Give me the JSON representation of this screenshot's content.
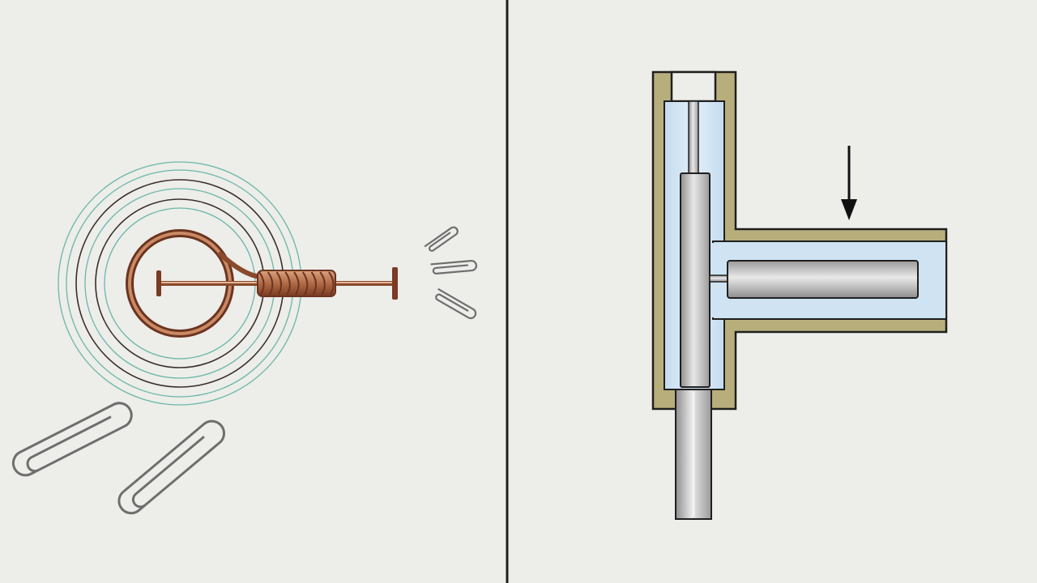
{
  "colors": {
    "background": "#ededea",
    "ink": "#1f1f1f",
    "copper": "#b06a45",
    "copper_dark": "#6b3420",
    "field_teal": "#6ab7a8",
    "field_dark": "#3a2e2a",
    "housing": "#b8ae7c",
    "fluid": "#cfe3f2",
    "steel_light": "#e6e6e6",
    "steel_mid": "#b9b9b9",
    "steel_dark": "#8e8e8e",
    "clip": "#6e6e6e"
  },
  "panels": {
    "left": {
      "subject": "electromagnet-with-paperclips"
    },
    "right": {
      "subject": "solenoid-valve-cross-section"
    }
  },
  "field_rings": [
    {
      "style": "teal"
    },
    {
      "style": "teal"
    },
    {
      "style": "dark"
    },
    {
      "style": "teal"
    },
    {
      "style": "dark"
    },
    {
      "style": "teal"
    }
  ],
  "coil_turns": 9,
  "icons": {
    "force_arrow": "arrow-down-icon",
    "paperclip": "paperclip-icon"
  }
}
